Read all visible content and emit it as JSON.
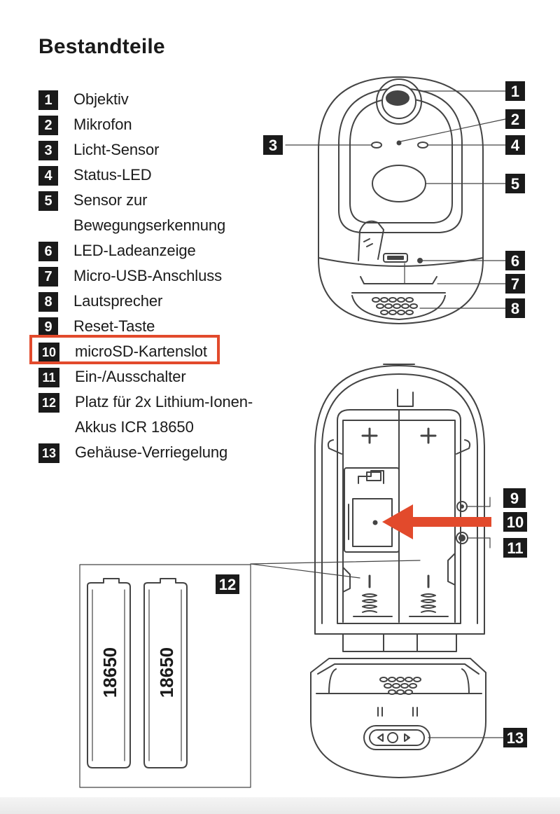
{
  "title": "Bestandteile",
  "parts": [
    {
      "num": "1",
      "label": "Objektiv"
    },
    {
      "num": "2",
      "label": "Mikrofon"
    },
    {
      "num": "3",
      "label": "Licht-Sensor"
    },
    {
      "num": "4",
      "label": "Status-LED"
    },
    {
      "num": "5",
      "label_line1": "Sensor zur",
      "label_line2": "Bewegungserkennung"
    },
    {
      "num": "6",
      "label": "LED-Ladeanzeige"
    },
    {
      "num": "7",
      "label": "Micro-USB-Anschluss"
    },
    {
      "num": "8",
      "label": "Lautsprecher"
    },
    {
      "num": "9",
      "label": "Reset-Taste"
    },
    {
      "num": "10",
      "label": "microSD-Kartenslot"
    },
    {
      "num": "11",
      "label": "Ein-/Ausschalter"
    },
    {
      "num": "12",
      "label_line1": "Platz für 2x Lithium-Ionen-",
      "label_line2": "Akkus ICR 18650"
    },
    {
      "num": "13",
      "label": "Gehäuse-Verriegelung"
    }
  ],
  "callouts": [
    "1",
    "2",
    "3",
    "4",
    "5",
    "6",
    "7",
    "8",
    "9",
    "10",
    "11",
    "12",
    "13"
  ],
  "battery_label": "18650",
  "colors": {
    "accent": "#e24a2c",
    "ink": "#1a1a1a",
    "outline": "#555555"
  }
}
